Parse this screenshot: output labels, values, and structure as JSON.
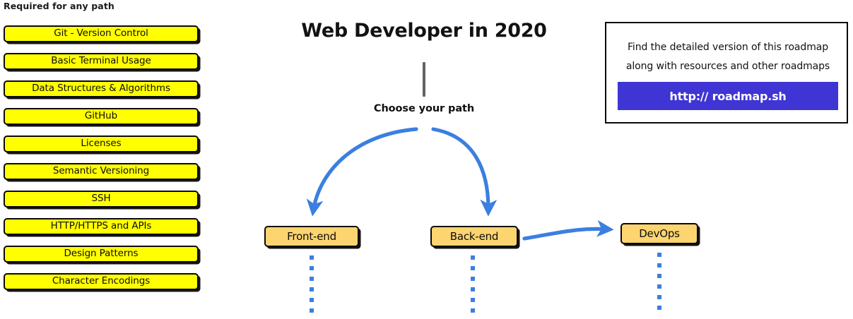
{
  "required_panel": {
    "heading": "Required for any path",
    "items": [
      {
        "label": "Git - Version Control"
      },
      {
        "label": "Basic Terminal Usage"
      },
      {
        "label": "Data Structures & Algorithms"
      },
      {
        "label": "GitHub"
      },
      {
        "label": "Licenses"
      },
      {
        "label": "Semantic Versioning"
      },
      {
        "label": "SSH"
      },
      {
        "label": "HTTP/HTTPS and APIs"
      },
      {
        "label": "Design Patterns"
      },
      {
        "label": "Character Encodings"
      }
    ]
  },
  "center": {
    "title": "Web Developer in 2020",
    "choose_path_label": "Choose your path",
    "nodes": [
      {
        "label": "Front-end"
      },
      {
        "label": "Back-end"
      },
      {
        "label": "DevOps"
      }
    ]
  },
  "info_card": {
    "line1": "Find the detailed version of this roadmap",
    "line2": "along with resources and other roadmaps",
    "button_label": "http:// roadmap.sh"
  },
  "colors": {
    "required_box_fill": "#ffff00",
    "node_fill": "#fcd470",
    "arrow_blue": "#3b7fe0",
    "link_button": "#3f35d4",
    "stem_gray": "#636363",
    "outline": "#0a0a0a"
  }
}
